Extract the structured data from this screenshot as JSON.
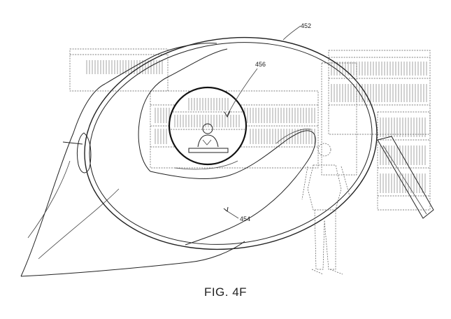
{
  "figure": {
    "caption": "FIG. 4F",
    "labels": {
      "frame_ref": "452",
      "lens_ref": "456",
      "hand_ref": "454"
    }
  },
  "colors": {
    "line": "#222222",
    "background": "#ffffff"
  }
}
